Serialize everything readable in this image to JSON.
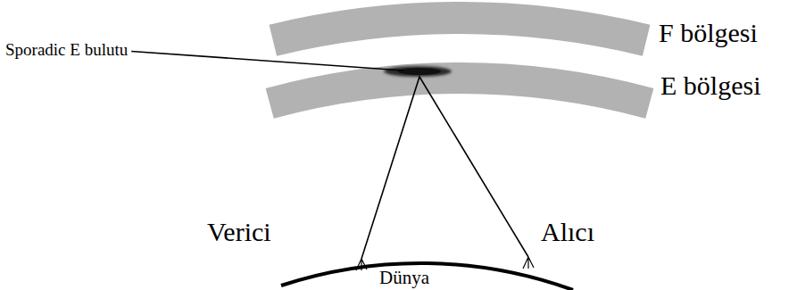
{
  "diagram": {
    "labels": [
      "F bölgesi",
      "Sporadic E bulutu",
      "E bölgesi",
      "Verici",
      "Alıcı",
      "Dünya"
    ]
  }
}
